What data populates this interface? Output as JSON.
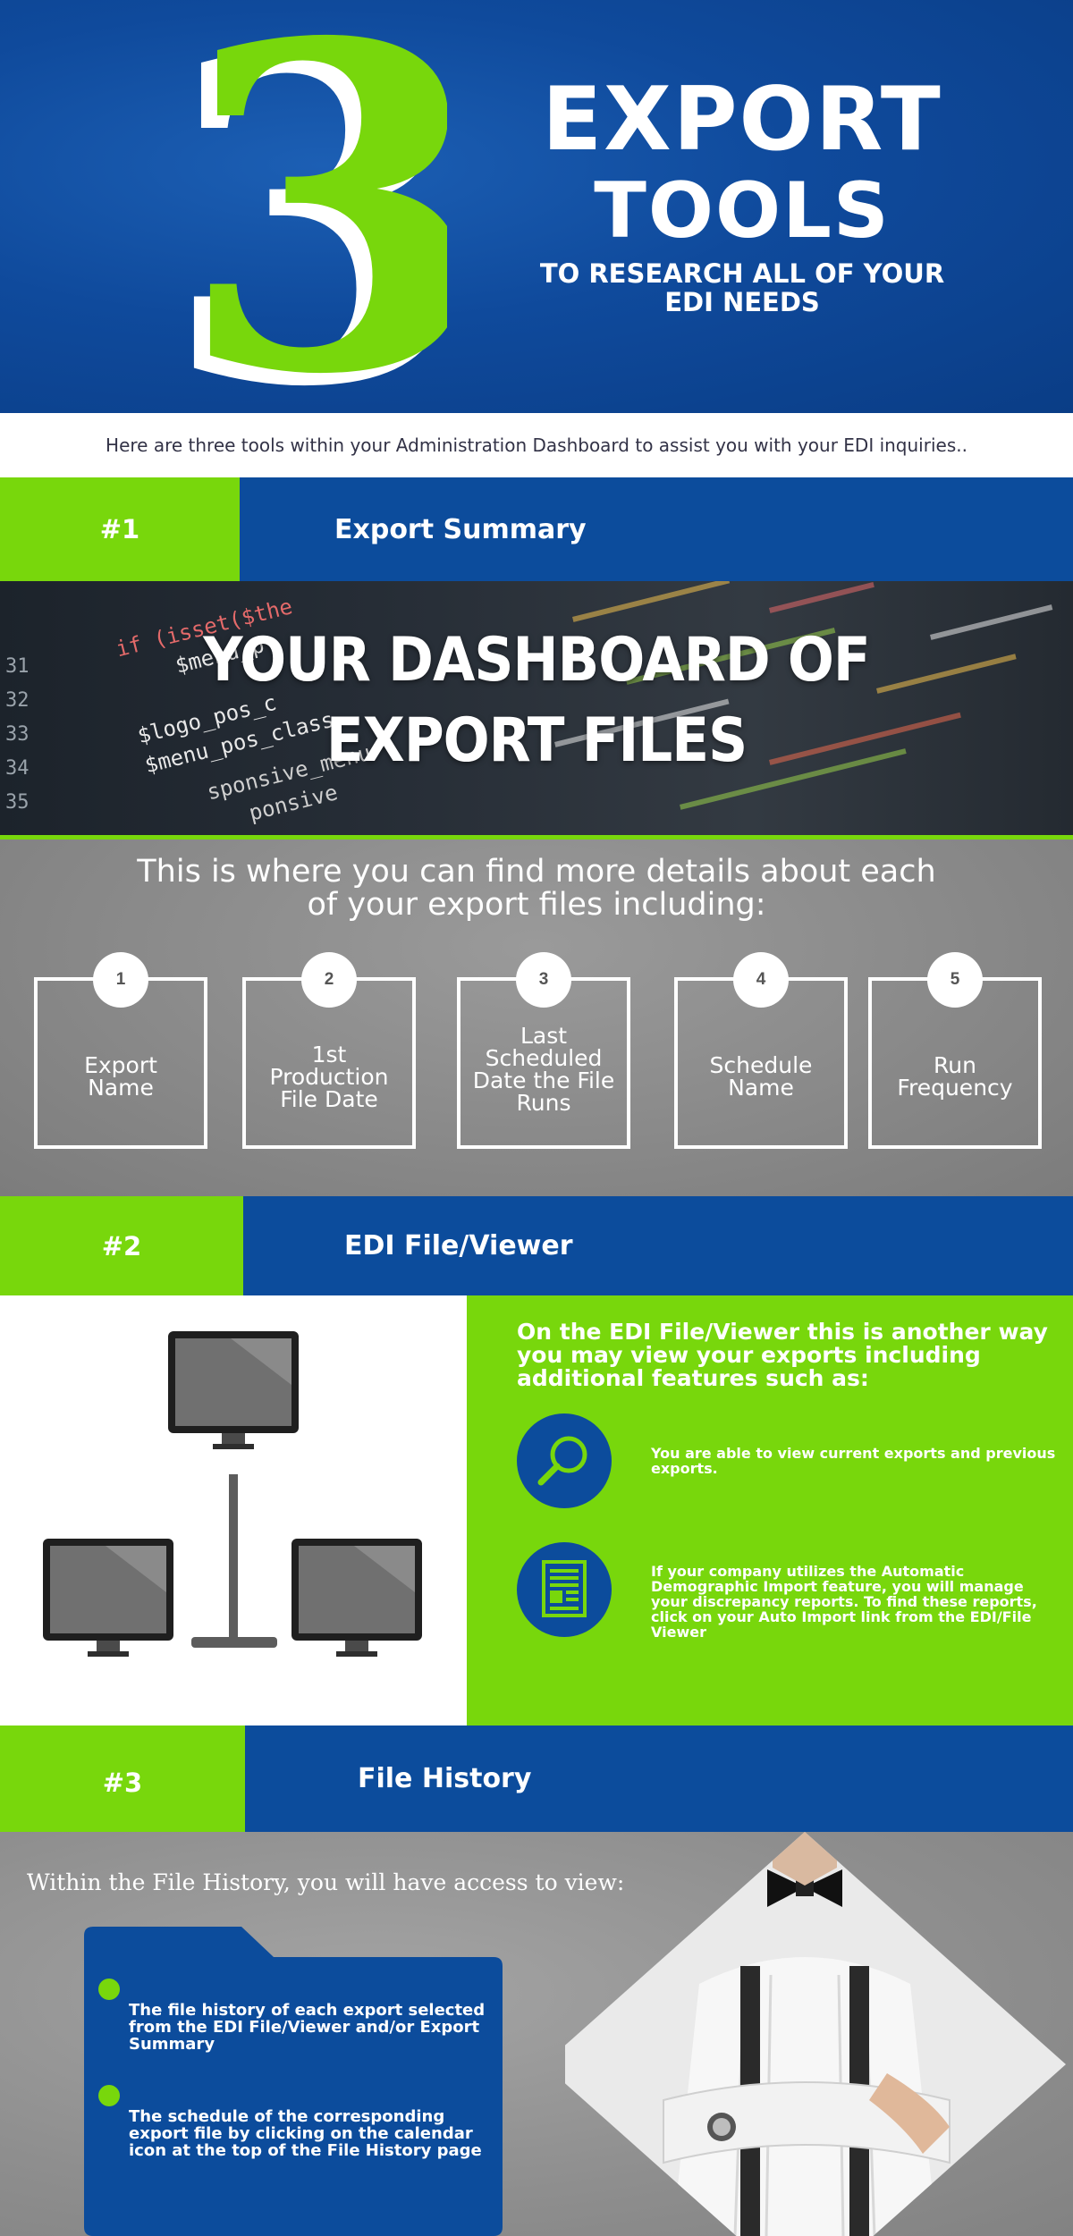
{
  "hero": {
    "number": "3",
    "title_line1": "EXPORT",
    "title_line2": "TOOLS",
    "subtitle_line1": "TO RESEARCH ALL OF YOUR",
    "subtitle_line2": "EDI NEEDS",
    "accent_color": "#78d70c",
    "brand_color": "#0c4c9c"
  },
  "intro": "Here are three tools within your Administration Dashboard to assist you with your EDI inquiries..",
  "section1": {
    "number": "#1",
    "title": "Export Summary",
    "banner_line1": "YOUR DASHBOARD OF",
    "banner_line2": "EXPORT FILES",
    "code_lines": [
      "if (isset($the",
      "$menu_p",
      "$logo_pos_c",
      "$menu_pos_class",
      "sponsive_menu",
      "ponsive"
    ],
    "line_numbers": [
      "31",
      "32",
      "33",
      "34",
      "35"
    ],
    "heading_line1": "This is where you can find more details about each",
    "heading_line2": "of your export files including:",
    "cards": [
      {
        "num": "1",
        "label": "Export Name"
      },
      {
        "num": "2",
        "label": "1st Production File Date"
      },
      {
        "num": "3",
        "label": "Last Scheduled Date the File Runs"
      },
      {
        "num": "4",
        "label": "Schedule Name"
      },
      {
        "num": "5",
        "label": "Run Frequency"
      }
    ]
  },
  "section2": {
    "number": "#2",
    "title": "EDI File/Viewer",
    "heading": "On the EDI File/Viewer this is another way you may view your exports including additional features such as:",
    "features": [
      {
        "icon": "magnifier-icon",
        "text": "You are able to view current exports and previous exports."
      },
      {
        "icon": "document-icon",
        "text": "If your company utilizes the Automatic Demographic Import feature, you will manage your discrepancy reports.  To find these reports, click on your Auto Import link from the EDI/File Viewer"
      }
    ]
  },
  "section3": {
    "number": "#3",
    "title": "File History",
    "intro": "Within the File History, you will have access to view:",
    "bullets": [
      "The file history of each export selected from the EDI File/Viewer and/or Export Summary",
      "The schedule of the corresponding export file by clicking on the calendar icon at the top of the File History page"
    ]
  }
}
